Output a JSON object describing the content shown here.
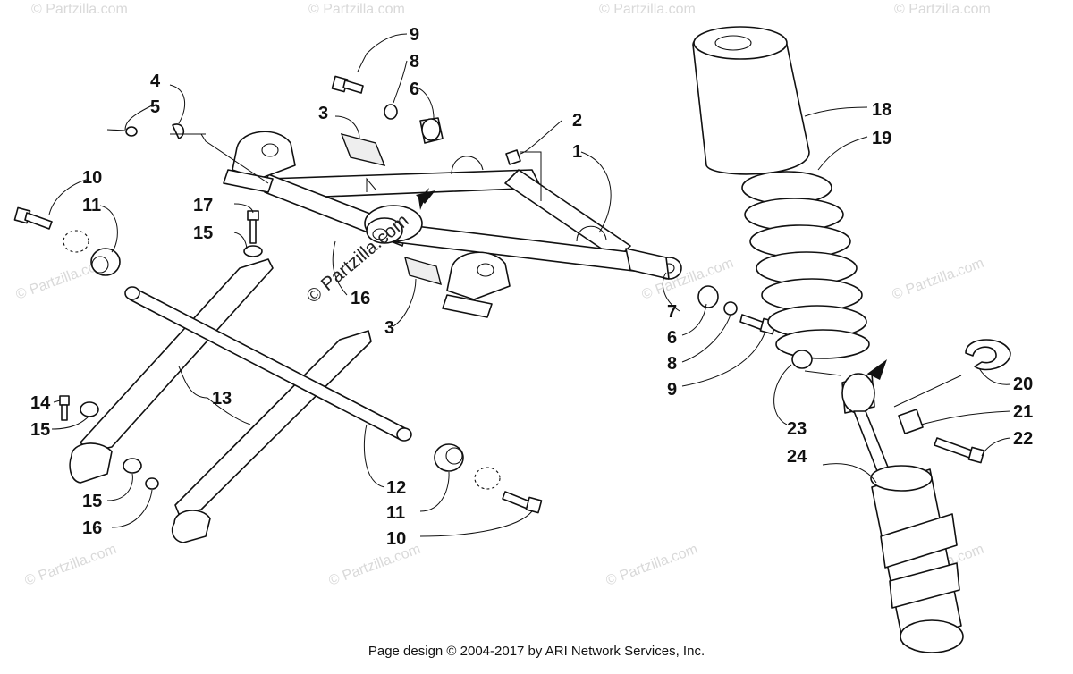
{
  "diagram": {
    "callouts": [
      "1",
      "2",
      "3",
      "4",
      "5",
      "6",
      "7",
      "8",
      "9",
      "10",
      "11",
      "12",
      "13",
      "14",
      "15",
      "16",
      "17",
      "18",
      "19",
      "20",
      "21",
      "22",
      "23",
      "24"
    ],
    "label_list": [
      {
        "id": "l9a",
        "text": "9"
      },
      {
        "id": "l8a",
        "text": "8"
      },
      {
        "id": "l6a",
        "text": "6"
      },
      {
        "id": "l4",
        "text": "4"
      },
      {
        "id": "l5",
        "text": "5"
      },
      {
        "id": "l3a",
        "text": "3"
      },
      {
        "id": "l2",
        "text": "2"
      },
      {
        "id": "l1",
        "text": "1"
      },
      {
        "id": "l10a",
        "text": "10"
      },
      {
        "id": "l11a",
        "text": "11"
      },
      {
        "id": "l17",
        "text": "17"
      },
      {
        "id": "l15a",
        "text": "15"
      },
      {
        "id": "l16a",
        "text": "16"
      },
      {
        "id": "l3b",
        "text": "3"
      },
      {
        "id": "l7",
        "text": "7"
      },
      {
        "id": "l6b",
        "text": "6"
      },
      {
        "id": "l8b",
        "text": "8"
      },
      {
        "id": "l9b",
        "text": "9"
      },
      {
        "id": "l13",
        "text": "13"
      },
      {
        "id": "l14",
        "text": "14"
      },
      {
        "id": "l15b",
        "text": "15"
      },
      {
        "id": "l15c",
        "text": "15"
      },
      {
        "id": "l16b",
        "text": "16"
      },
      {
        "id": "l12",
        "text": "12"
      },
      {
        "id": "l11b",
        "text": "11"
      },
      {
        "id": "l10b",
        "text": "10"
      },
      {
        "id": "l18",
        "text": "18"
      },
      {
        "id": "l19",
        "text": "19"
      },
      {
        "id": "l20",
        "text": "20"
      },
      {
        "id": "l21",
        "text": "21"
      },
      {
        "id": "l22",
        "text": "22"
      },
      {
        "id": "l23",
        "text": "23"
      },
      {
        "id": "l24",
        "text": "24"
      }
    ],
    "watermark_center": "© Partzilla.com",
    "watermark_repeat": "© Partzilla.com"
  },
  "footer": {
    "text": "Page design © 2004-2017 by ARI Network Services, Inc."
  }
}
